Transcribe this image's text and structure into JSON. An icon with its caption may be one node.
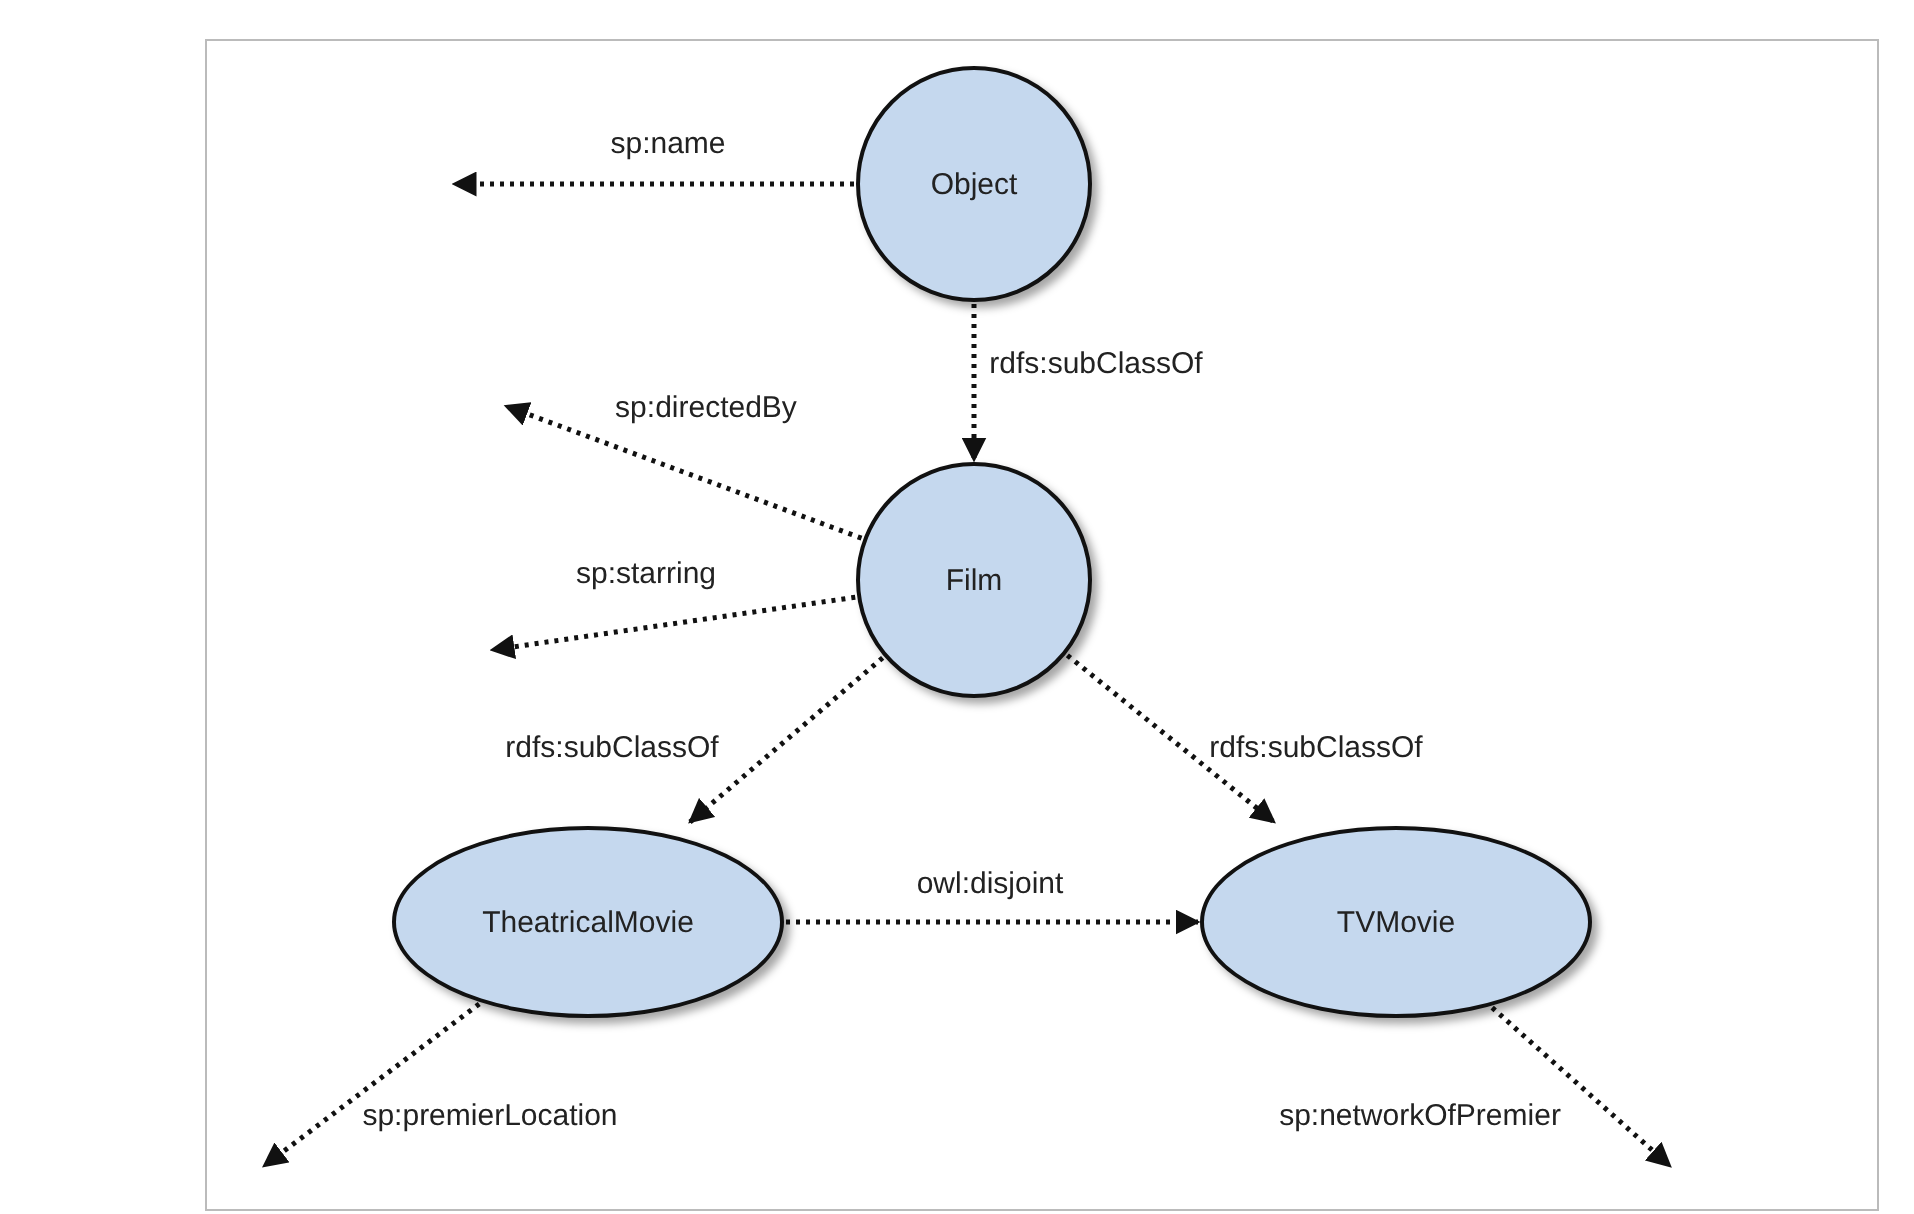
{
  "diagram": {
    "nodes": [
      {
        "text": [
          "Object"
        ]
      },
      {
        "text": [
          "Film"
        ]
      },
      {
        "text": [
          "TheatricalMovie"
        ]
      },
      {
        "text": [
          "TVMovie"
        ]
      }
    ],
    "edges": [
      {
        "from": 0,
        "to": null,
        "arrow": "to",
        "label": "sp:name"
      },
      {
        "from": 0,
        "to": 1,
        "arrow": "to",
        "label": "rdfs:subClassOf"
      },
      {
        "from": 1,
        "to": null,
        "arrow": "to",
        "label": "sp:directedBy"
      },
      {
        "from": 1,
        "to": null,
        "arrow": "to",
        "label": "sp:starring"
      },
      {
        "from": 1,
        "to": 2,
        "arrow": "to",
        "label": "rdfs:subClassOf"
      },
      {
        "from": 1,
        "to": 3,
        "arrow": "to",
        "label": "rdfs:subClassOf"
      },
      {
        "from": 2,
        "to": 3,
        "arrow": "to",
        "label": "owl:disjoint"
      },
      {
        "from": 2,
        "to": null,
        "arrow": "to",
        "label": "sp:premierLocation"
      },
      {
        "from": 3,
        "to": null,
        "arrow": "to",
        "label": "sp:networkOfPremier"
      }
    ]
  }
}
